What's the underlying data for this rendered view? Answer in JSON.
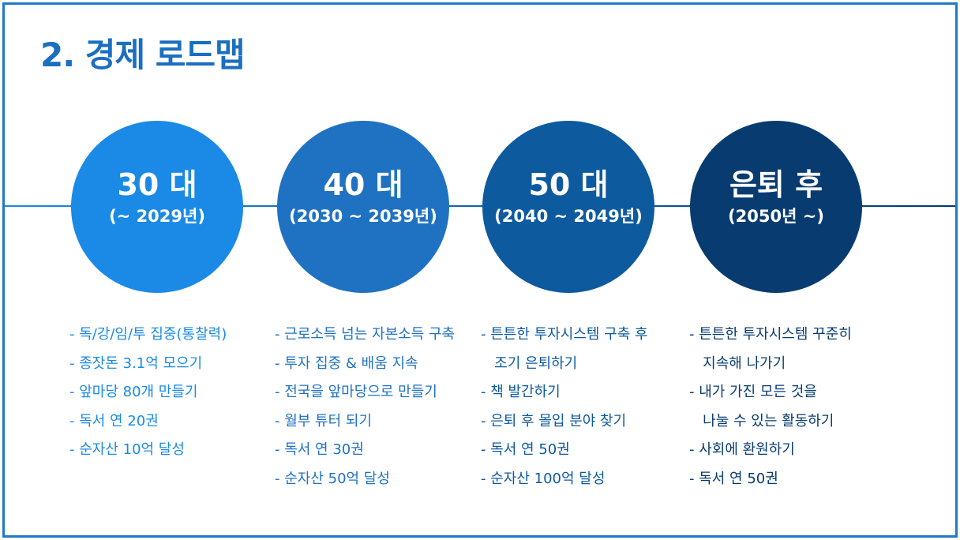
{
  "title": "2. 경제 로드맵",
  "colors": {
    "border": "#1f78c8",
    "title": "#1a6fc0",
    "timeline": [
      "#1a8ae6",
      "#003a70"
    ]
  },
  "stages": [
    {
      "age": "30 대",
      "years": "(~ 2029년)",
      "circle_color": "#1a8ae6",
      "text_color": "#1a8ae6",
      "items": [
        "- 독/강/임/투 집중(통찰력)",
        "- 종잣돈 3.1억 모으기",
        "- 앞마당 80개 만들기",
        "- 독서 연 20권",
        "- 순자산 10억 달성"
      ]
    },
    {
      "age": "40 대",
      "years": "(2030 ~ 2039년)",
      "circle_color": "#1f72c2",
      "text_color": "#1f72c2",
      "items": [
        "- 근로소득 넘는 자본소득 구축",
        "- 투자 집중 & 배움 지속",
        "- 전국을 앞마당으로 만들기",
        "- 월부 튜터 되기",
        "- 독서 연 30권",
        "- 순자산 50억 달성"
      ]
    },
    {
      "age": "50 대",
      "years": "(2040 ~ 2049년)",
      "circle_color": "#0d5a9e",
      "text_color": "#0d5a9e",
      "items": [
        "- 튼튼한 투자시스템 구축 후",
        "   조기 은퇴하기",
        "- 책 발간하기",
        "- 은퇴 후 몰입 분야 찾기",
        "- 독서 연 50권",
        "- 순자산 100억 달성"
      ]
    },
    {
      "age": "은퇴 후",
      "years": "(2050년 ~)",
      "circle_color": "#083c70",
      "text_color": "#083c70",
      "items": [
        "- 튼튼한 투자시스템 꾸준히",
        "   지속해 나가기",
        "- 내가 가진 모든 것을",
        "   나눌 수 있는 활동하기",
        "- 사회에 환원하기",
        "- 독서 연 50권"
      ]
    }
  ]
}
